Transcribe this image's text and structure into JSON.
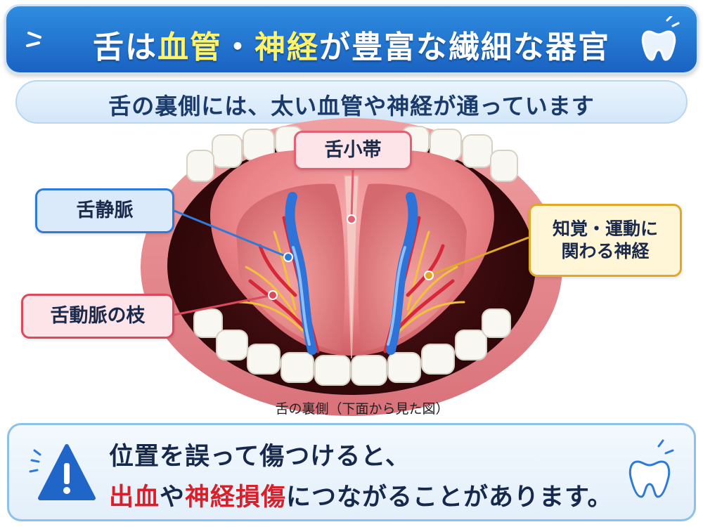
{
  "title": {
    "part1": "舌は",
    "highlight1": "血管",
    "dot": "・",
    "highlight2": "神経",
    "part2": "が豊富な繊細な器官"
  },
  "subtitle": "舌の裏側には、太い血管や神経が通っています",
  "labels": {
    "vein": "舌静脈",
    "frenulum": "舌小帯",
    "artery": "舌動脈の枝",
    "nerve_line1": "知覚・運動に",
    "nerve_line2": "関わる神経"
  },
  "caption": "舌の裏側（下面から見た図）",
  "warning": {
    "line1": "位置を誤って傷つけると、",
    "red1": "出血",
    "mid": "や",
    "red2": "神経損傷",
    "rest": "につながることがあります。"
  },
  "icons": {
    "warning": "warning-triangle-icon",
    "tooth": "tooth-icon",
    "sparkle": "sparkle-lines-icon"
  },
  "colors": {
    "banner_blue": "#1f6fcf",
    "highlight_yellow": "#fff36a",
    "vein_blue": "#2f7ad6",
    "artery_red": "#d94a5c",
    "nerve_yellow": "#e0a82a",
    "warning_red": "#d8202a"
  }
}
